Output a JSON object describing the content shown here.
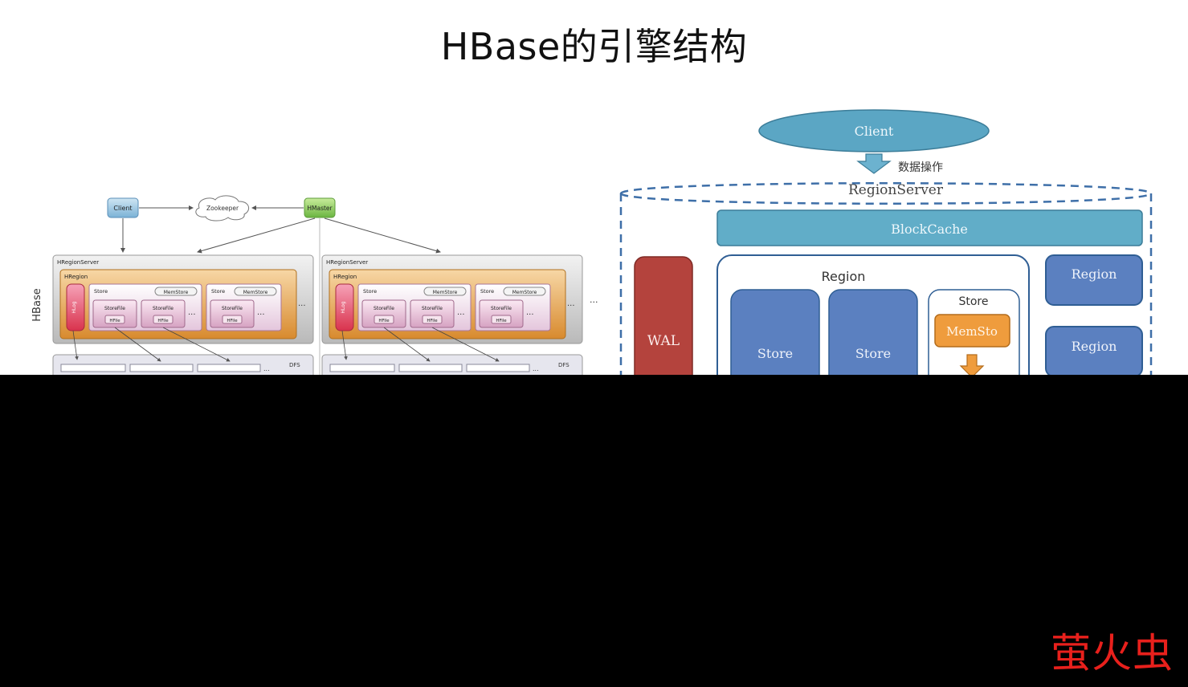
{
  "slide": {
    "title": "HBase的引擎结构",
    "watermark": "萤火虫"
  },
  "left_diagram": {
    "client": "Client",
    "zookeeper": "Zookeeper",
    "hmaster": "HMaster",
    "side_label": "HBase",
    "servers": [
      {
        "label": "HRegionServer",
        "region_label": "HRegion",
        "hlog": "HLog",
        "stores": [
          {
            "label": "Store",
            "memstore": "MemStore",
            "files": [
              "StoreFile",
              "StoreFile"
            ],
            "hfile": "HFile"
          },
          {
            "label": "Store",
            "memstore": "MemStore",
            "files": [
              "StoreFile"
            ],
            "hfile": "HFile"
          }
        ],
        "dfs": "DFS"
      },
      {
        "label": "HRegionServer",
        "region_label": "HRegion",
        "hlog": "HLog",
        "stores": [
          {
            "label": "Store",
            "memstore": "MemStore",
            "files": [
              "StoreFile",
              "StoreFile"
            ],
            "hfile": "HFile"
          },
          {
            "label": "Store",
            "memstore": "MemStore",
            "files": [
              "StoreFile"
            ],
            "hfile": "HFile"
          }
        ],
        "dfs": "DFS"
      }
    ],
    "ellipsis": "..."
  },
  "right_diagram": {
    "client": "Client",
    "arrow_label": "数据操作",
    "regionserver": "RegionServer",
    "blockcache": "BlockCache",
    "wal": "WAL",
    "region": "Region",
    "store_1": "Store",
    "store_2": "Store",
    "store_3": "Store",
    "memstore": "MemSto",
    "side_regions": [
      "Region",
      "Region"
    ]
  },
  "colors": {
    "client_fill": "#5ba6c4",
    "blockcache_fill": "#61adc8",
    "wal_fill": "#b4433d",
    "store_fill": "#5b80c0",
    "memstore_fill": "#ef9c3d",
    "dashed": "#3e6fa8",
    "watermark": "#e8201c"
  }
}
